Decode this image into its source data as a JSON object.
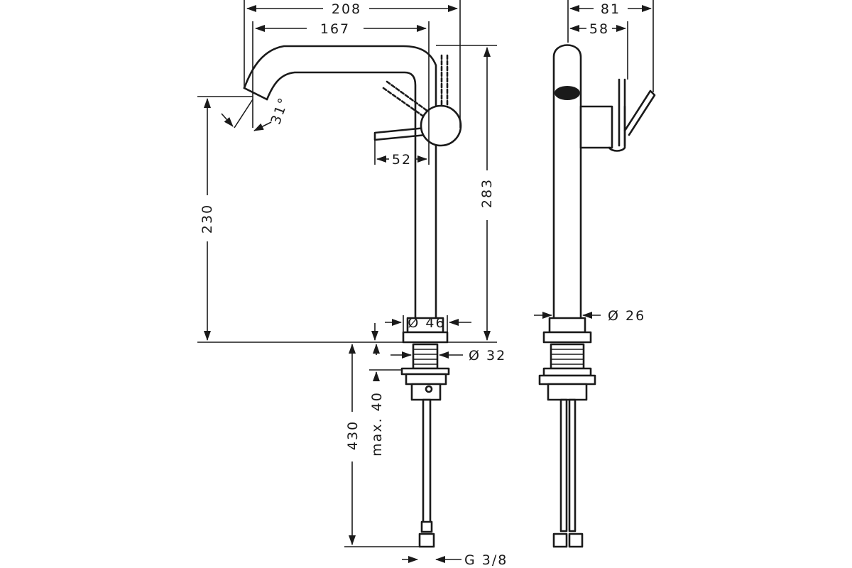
{
  "front_view": {
    "dimensions": {
      "width_total": "208",
      "spout_reach": "167",
      "spout_angle": "31°",
      "handle_offset": "52",
      "spout_height": "230",
      "total_height": "283",
      "body_diameter": "Ø 46",
      "thread_diameter": "Ø 32",
      "below_deck_length": "430",
      "max_deck_thickness": "max. 40",
      "connection_thread": "G 3/8"
    }
  },
  "side_view": {
    "dimensions": {
      "depth_total": "81",
      "handle_depth": "58",
      "spout_diameter": "Ø 26"
    }
  }
}
